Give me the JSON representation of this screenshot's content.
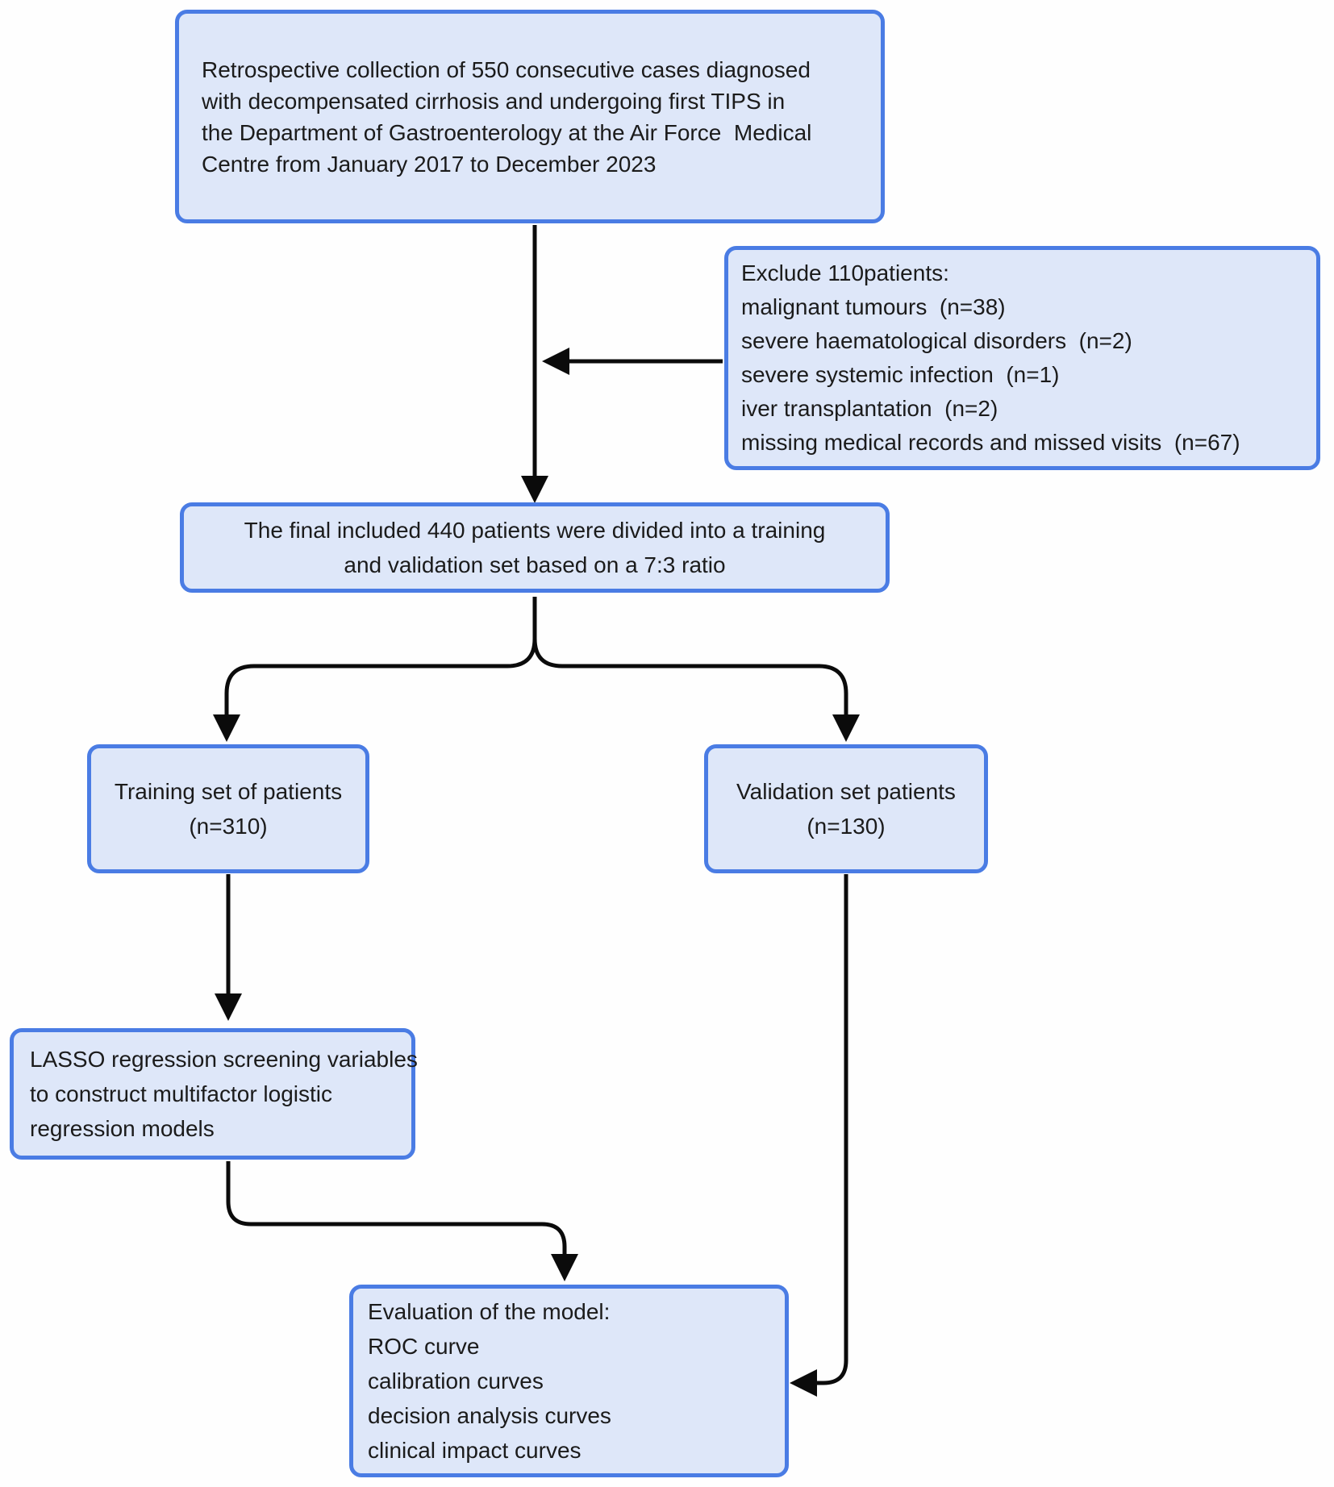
{
  "palette": {
    "box_fill": "#dee7f9",
    "box_border": "#4a7ce4",
    "arrow_color": "#0b0b0b",
    "text_color": "#1b1b1b",
    "page_bg": "#fefefe"
  },
  "nodes": {
    "collection": {
      "lines": [
        "Retrospective collection of 550 consecutive cases diagnosed",
        "with decompensated cirrhosis and undergoing first TIPS in",
        "the Department of Gastroenterology at the Air Force  Medical",
        "Centre from January 2017 to December 2023"
      ]
    },
    "exclusion": {
      "lines": [
        "Exclude 110patients:",
        "malignant tumours  (n=38)",
        "severe haematological disorders  (n=2)",
        "severe systemic infection  (n=1)",
        "iver transplantation  (n=2)",
        "missing medical records and missed visits  (n=67)"
      ]
    },
    "final_included": {
      "lines": [
        "The final included 440 patients were divided into a training",
        "and validation set based on a 7:3 ratio"
      ]
    },
    "training_set": {
      "lines": [
        "Training set of patients",
        "(n=310)"
      ]
    },
    "validation_set": {
      "lines": [
        "Validation set patients",
        "(n=130)"
      ]
    },
    "lasso": {
      "lines": [
        "LASSO regression screening variables",
        "to construct multifactor logistic",
        "regression models"
      ]
    },
    "evaluation": {
      "lines": [
        "Evaluation of the model:",
        "ROC curve",
        "calibration curves",
        "decision analysis curves",
        "clinical impact curves"
      ]
    }
  }
}
